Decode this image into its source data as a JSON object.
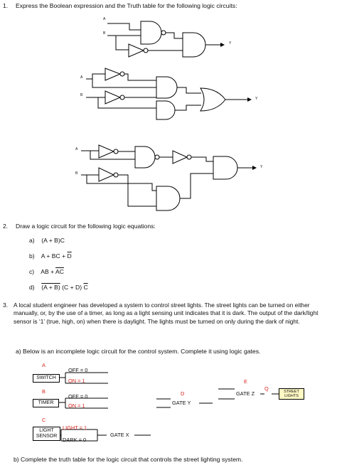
{
  "q1": {
    "number": "1.",
    "text": "Express the Boolean expression and the Truth table for the following logic circuits:",
    "circuit1": {
      "in_a": "A",
      "in_b": "B",
      "out": "Y"
    },
    "circuit2": {
      "in_a": "A",
      "in_b": "B",
      "out": "Y"
    },
    "circuit3": {
      "in_a": "A",
      "in_b": "B",
      "out": "Y"
    }
  },
  "q2": {
    "number": "2.",
    "text": "Draw a logic circuit for the following logic equations:",
    "items": [
      {
        "label": "a)",
        "expr": "(A + B)C"
      },
      {
        "label": "b)",
        "expr_pre": "A + BC + ",
        "expr_bar": "D"
      },
      {
        "label": "c)",
        "expr_pre": "AB + ",
        "expr_bar": "AC"
      },
      {
        "label": "d)",
        "expr_bar1": "(A + B)",
        "expr_mid": " (C + D) ",
        "expr_bar2": "C"
      }
    ]
  },
  "q3": {
    "number": "3.",
    "text": "A local student engineer has developed a system to control street lights. The street lights can be turned on either manually, or, by the use of a timer, as long as a light sensing unit indicates that it is dark. The output of the dark/light sensor is ‘1’ (true, high, on) when there is daylight. The lights must be turned on only during the dark of night.",
    "a": "a)  Below is an incomplete logic circuit for the control system. Complete it using logic gates.",
    "b": "b)  Complete the truth table for the logic circuit that controls the street lighting system.",
    "diagram": {
      "switch": {
        "letter": "A",
        "box": "SWITCH",
        "off": "OFF = 0",
        "on": "ON = 1"
      },
      "timer": {
        "letter": "B",
        "box": "TIMER",
        "off": "OFF = 0",
        "on": "ON = 1"
      },
      "sensor": {
        "letter": "C",
        "box_line1": "LIGHT",
        "box_line2": "SENSOR",
        "light": "LIGHT = 1",
        "dark": "DARK = 0"
      },
      "gate_x": "GATE X",
      "gate_y": "GATE Y",
      "gate_z": "GATE Z",
      "d_label": "D",
      "e_label": "E",
      "q_label": "Q",
      "lights_line1": "STREET",
      "lights_line2": "LIGHTS"
    },
    "colors": {
      "label_red": "#d6261f",
      "lights_fill": "#fff9c4"
    }
  }
}
